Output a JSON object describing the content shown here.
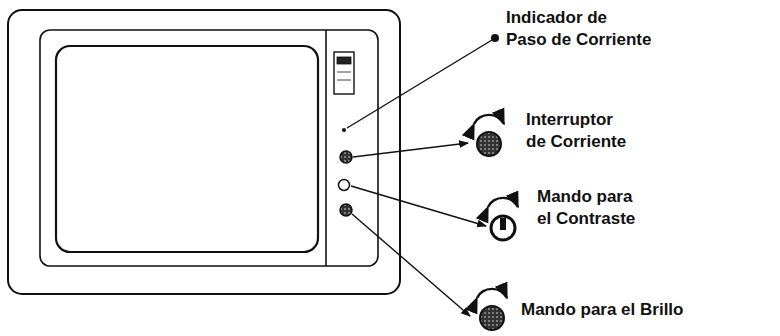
{
  "diagram": {
    "labels": [
      "Indicador de",
      "Paso de Corriente",
      "Interruptor",
      "de Corriente",
      "Mando para",
      "el Contraste",
      "Mando para el Brillo"
    ]
  }
}
